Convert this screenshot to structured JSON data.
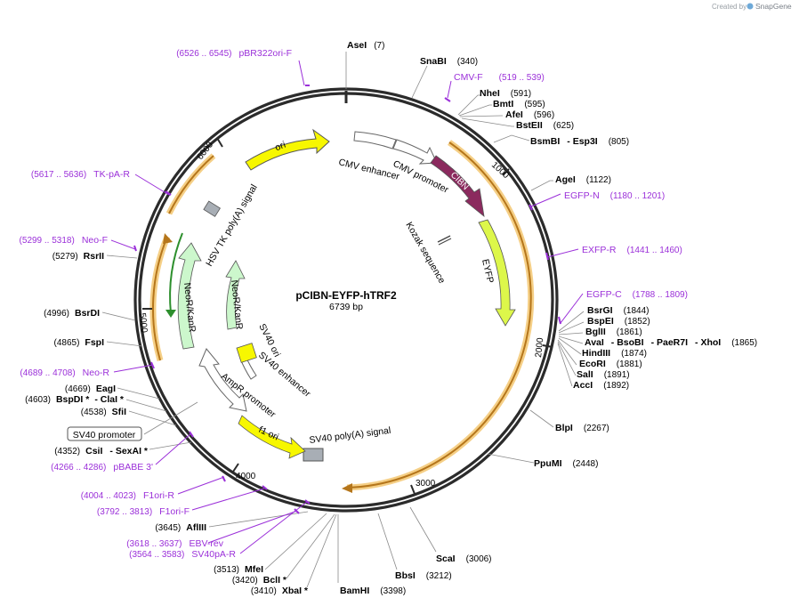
{
  "watermark": {
    "text": "Created by",
    "brand": "SnapGene"
  },
  "plasmid": {
    "name": "pCIBN-EYFP-hTRF2",
    "size": "6739 bp"
  },
  "colors": {
    "backbone": "#2b2b2b",
    "primer": "#9b30d9",
    "cibn": "#8b2a5e",
    "eyfp": "#ddf74a",
    "ori": "#f7f700",
    "neo": "#ccf7cc",
    "orf_outline": "#e9a23b",
    "orf_arrow": "#b5761b",
    "grey_box": "#a8aeb5",
    "neo_orf": "#2d8f2d"
  },
  "tick_labels": [
    "1000",
    "2000",
    "3000",
    "4000",
    "5000",
    "6000"
  ],
  "enzymes": [
    {
      "name": "AseI",
      "pos": "(7)"
    },
    {
      "name": "SnaBI",
      "pos": "(340)"
    },
    {
      "name": "NheI",
      "pos": "(591)"
    },
    {
      "name": "BmtI",
      "pos": "(595)"
    },
    {
      "name": "AfeI",
      "pos": "(596)"
    },
    {
      "name": "BstEII",
      "pos": "(625)"
    },
    {
      "name": "BsmBI",
      "name2": "Esp3I",
      "pos": "(805)"
    },
    {
      "name": "AgeI",
      "pos": "(1122)"
    },
    {
      "name": "BsrGI",
      "pos": "(1844)"
    },
    {
      "name": "BspEI",
      "pos": "(1852)"
    },
    {
      "name": "BglII",
      "pos": "(1861)"
    },
    {
      "name": "AvaI",
      "name2": "BsoBI",
      "name3": "PaeR7I",
      "name4": "XhoI",
      "pos": "(1865)"
    },
    {
      "name": "HindIII",
      "pos": "(1874)"
    },
    {
      "name": "EcoRI",
      "pos": "(1881)"
    },
    {
      "name": "SalI",
      "pos": "(1891)"
    },
    {
      "name": "AccI",
      "pos": "(1892)"
    },
    {
      "name": "BlpI",
      "pos": "(2267)"
    },
    {
      "name": "PpuMI",
      "pos": "(2448)"
    },
    {
      "name": "ScaI",
      "pos": "(3006)"
    },
    {
      "name": "BbsI",
      "pos": "(3212)"
    },
    {
      "name": "BamHI",
      "pos": "(3398)"
    },
    {
      "name": "XbaI *",
      "pos": "(3410)"
    },
    {
      "name": "BclI *",
      "pos": "(3420)"
    },
    {
      "name": "MfeI",
      "pos": "(3513)"
    },
    {
      "name": "AflIII",
      "pos": "(3645)"
    },
    {
      "name": "CsiI",
      "name2": "SexAI *",
      "pos": "(4352)"
    },
    {
      "name": "SfiI",
      "pos": "(4538)"
    },
    {
      "name": "BspDI *",
      "name2": "ClaI *",
      "pos": "(4603)"
    },
    {
      "name": "EagI",
      "pos": "(4669)"
    },
    {
      "name": "FspI",
      "pos": "(4865)"
    },
    {
      "name": "BsrDI",
      "pos": "(4996)"
    },
    {
      "name": "RsrII",
      "pos": "(5279)"
    }
  ],
  "primers": [
    {
      "name": "pBR322ori-F",
      "range": "(6526 .. 6545)"
    },
    {
      "name": "CMV-F",
      "range": "(519 .. 539)"
    },
    {
      "name": "EGFP-N",
      "range": "(1180 .. 1201)"
    },
    {
      "name": "EXFP-R",
      "range": "(1441 .. 1460)"
    },
    {
      "name": "EGFP-C",
      "range": "(1788 .. 1809)"
    },
    {
      "name": "TK-pA-R",
      "range": "(5617 .. 5636)"
    },
    {
      "name": "Neo-F",
      "range": "(5299 .. 5318)"
    },
    {
      "name": "Neo-R",
      "range": "(4689 .. 4708)"
    },
    {
      "name": "pBABE 3'",
      "range": "(4266 .. 4286)"
    },
    {
      "name": "F1ori-R",
      "range": "(4004 .. 4023)"
    },
    {
      "name": "F1ori-F",
      "range": "(3792 .. 3813)"
    },
    {
      "name": "EBV-rev",
      "range": "(3618 .. 3637)"
    },
    {
      "name": "SV40pA-R",
      "range": "(3564 .. 3583)"
    }
  ],
  "features": {
    "cmv_enhancer": "CMV enhancer",
    "cmv_promoter": "CMV promoter",
    "cibn": "CIBN",
    "kozak": "Kozak sequence",
    "eyfp": "EYFP",
    "sv40_polya": "SV40 poly(A) signal",
    "f1_ori": "f1 ori",
    "ampr_promoter": "AmpR promoter",
    "sv40_enhancer": "SV40 enhancer",
    "sv40_ori": "SV40 ori",
    "neor_inner": "NeoR/KanR",
    "neor_outer": "NeoR/KanR",
    "hsv_tk": "HSV TK poly(A) signal",
    "ori": "ori",
    "sv40_promoter_box": "SV40 promoter"
  }
}
